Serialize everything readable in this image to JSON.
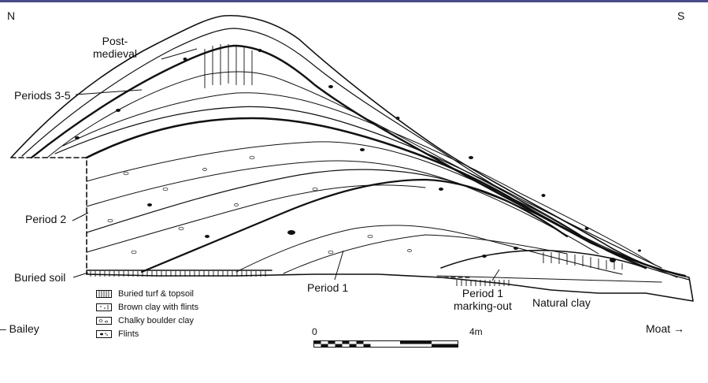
{
  "orientation": {
    "north": "N",
    "south": "S"
  },
  "labels": {
    "post_medieval": "Post-\nmedieval",
    "periods_3_5": "Periods 3-5",
    "period_2": "Period 2",
    "buried_soil": "Buried soil",
    "period_1": "Period 1",
    "period_1_marking_out": "Period 1\nmarking-out",
    "natural_clay": "Natural clay"
  },
  "directions": {
    "bailey": "– Bailey",
    "moat": "Moat →"
  },
  "legend": {
    "items": [
      {
        "label": "Buried turf & topsoil",
        "icon": "vertical-hatch-swatch"
      },
      {
        "label": "Brown clay with flints",
        "icon": "dotted-swatch"
      },
      {
        "label": "Chalky boulder clay",
        "icon": "pebble-swatch"
      },
      {
        "label": "Flints",
        "icon": "black-dot-swatch"
      }
    ]
  },
  "scale_bar": {
    "start_label": "0",
    "end_label": "4m"
  },
  "colors": {
    "ink": "#111111",
    "paper": "#ffffff",
    "accent_bar": "#4a4c8a"
  }
}
